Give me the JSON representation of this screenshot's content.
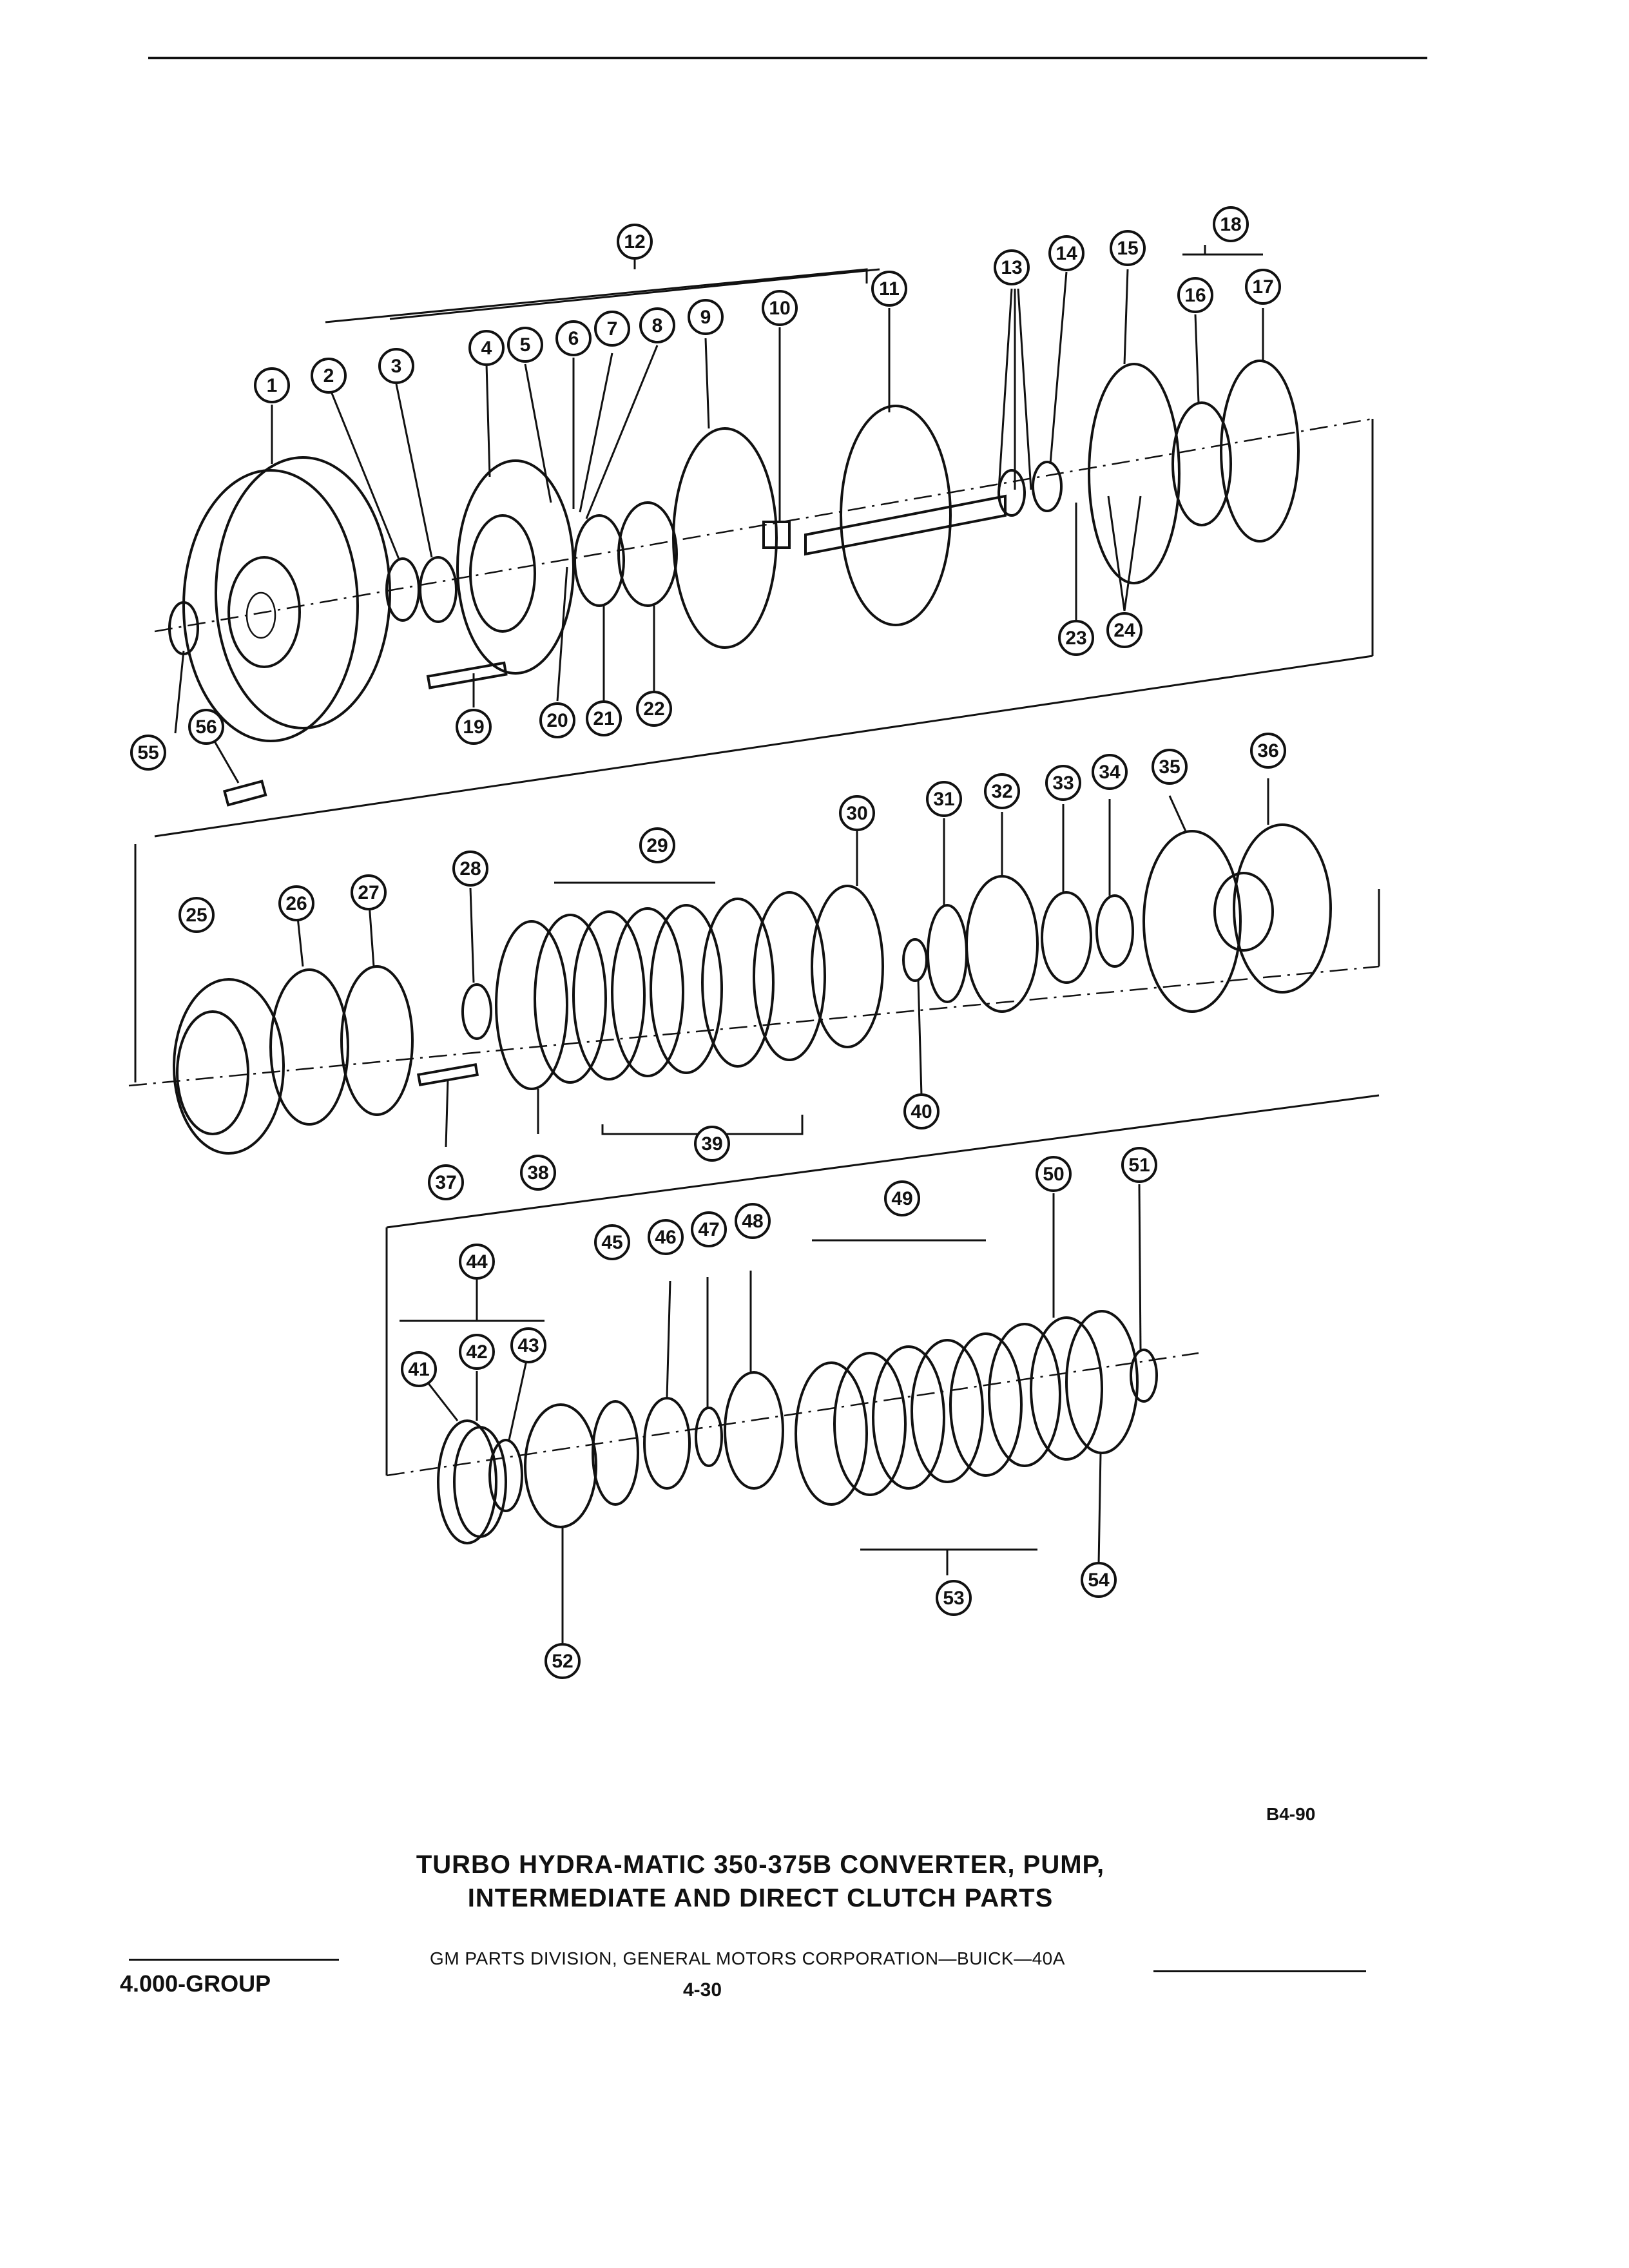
{
  "diagram": {
    "callouts": [
      "1",
      "2",
      "3",
      "4",
      "5",
      "6",
      "7",
      "8",
      "9",
      "10",
      "11",
      "12",
      "13",
      "14",
      "15",
      "16",
      "17",
      "18",
      "19",
      "20",
      "21",
      "22",
      "23",
      "24",
      "25",
      "26",
      "27",
      "28",
      "29",
      "30",
      "31",
      "32",
      "33",
      "34",
      "35",
      "36",
      "37",
      "38",
      "39",
      "40",
      "41",
      "42",
      "43",
      "44",
      "45",
      "46",
      "47",
      "48",
      "49",
      "50",
      "51",
      "52",
      "53",
      "54",
      "55",
      "56"
    ]
  },
  "reference_code": "B4-90",
  "caption": {
    "line1": "TURBO HYDRA-MATIC 350-375B CONVERTER, PUMP,",
    "line2": "INTERMEDIATE AND DIRECT CLUTCH PARTS"
  },
  "footer": {
    "publisher_line": "GM PARTS DIVISION, GENERAL MOTORS CORPORATION—BUICK—40A",
    "group_label": "4.000-GROUP",
    "page_number": "4-30"
  }
}
